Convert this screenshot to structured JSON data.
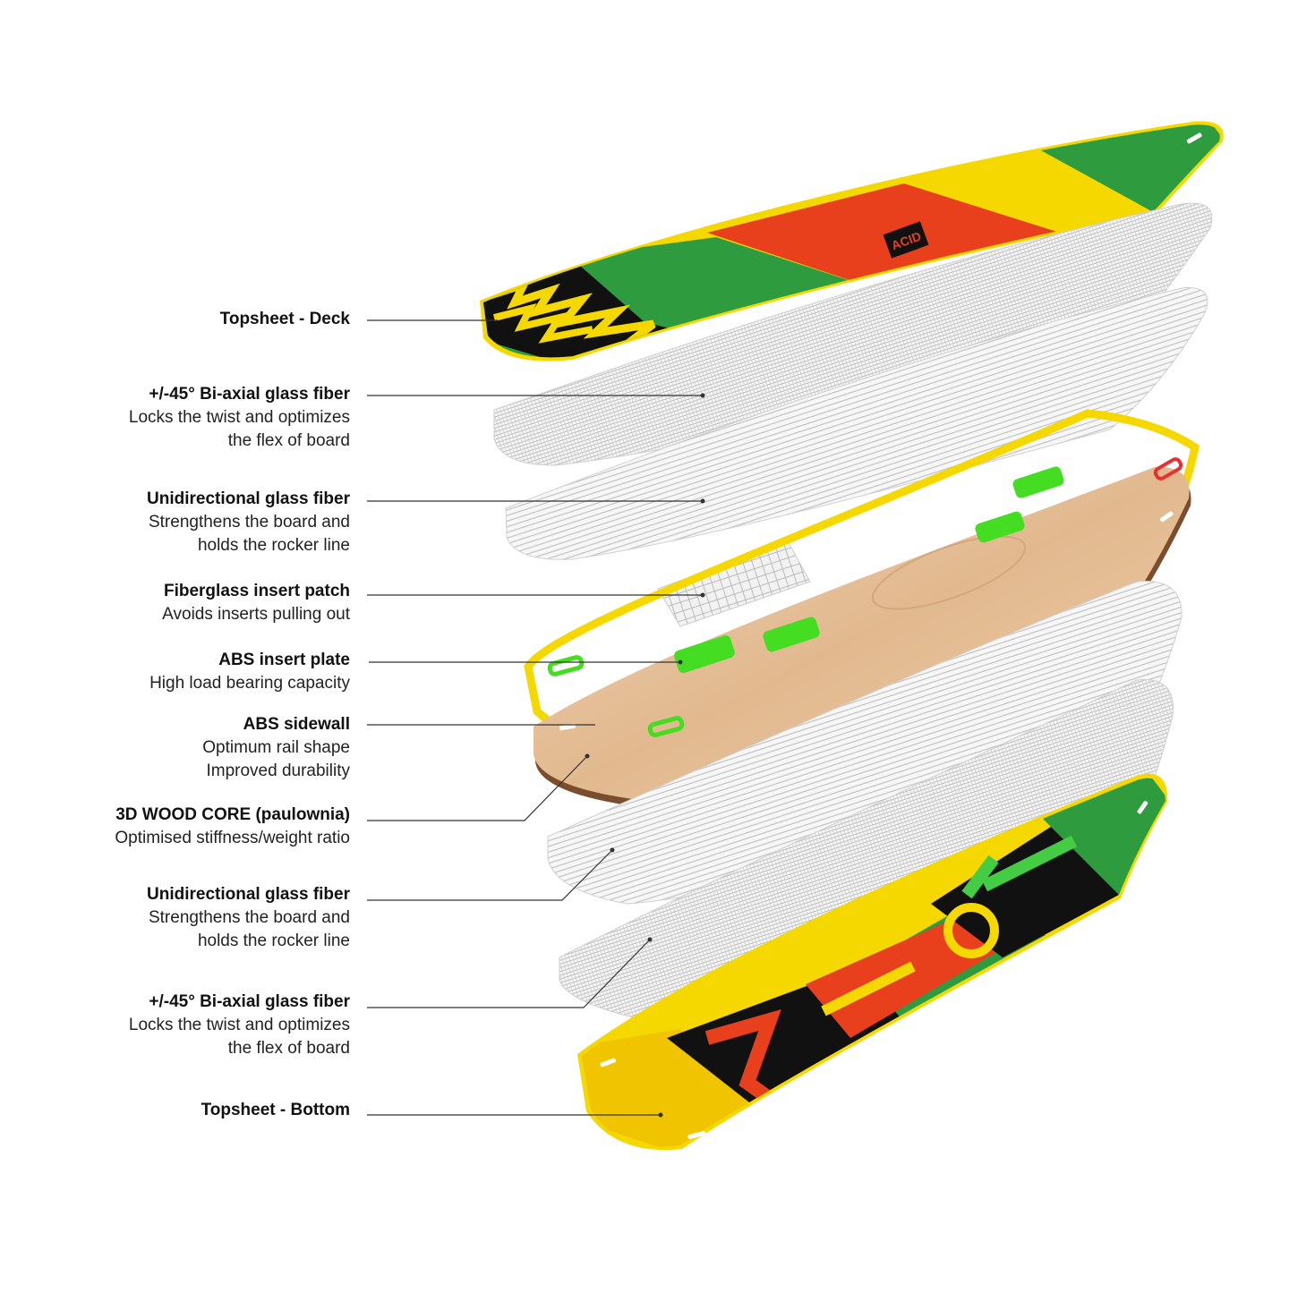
{
  "layers": [
    {
      "id": "topsheet-deck",
      "title": "Topsheet - Deck",
      "desc": []
    },
    {
      "id": "biaxial-top",
      "title": "+/-45° Bi-axial glass fiber",
      "desc": [
        "Locks the twist and optimizes",
        "the flex of board"
      ]
    },
    {
      "id": "unidirectional-top",
      "title": "Unidirectional glass fiber",
      "desc": [
        "Strengthens the board and",
        "holds the rocker line"
      ]
    },
    {
      "id": "insert-patch",
      "title": "Fiberglass insert patch",
      "desc": [
        "Avoids inserts pulling out"
      ]
    },
    {
      "id": "abs-insert-plate",
      "title": "ABS insert plate",
      "desc": [
        "High load bearing capacity"
      ]
    },
    {
      "id": "abs-sidewall",
      "title": "ABS sidewall",
      "desc": [
        "Optimum rail shape",
        "Improved durability"
      ]
    },
    {
      "id": "wood-core",
      "title": "3D WOOD CORE (paulownia)",
      "desc": [
        "Optimised stiffness/weight ratio"
      ]
    },
    {
      "id": "unidirectional-bottom",
      "title": "Unidirectional glass fiber",
      "desc": [
        "Strengthens the board and",
        "holds the rocker line"
      ]
    },
    {
      "id": "biaxial-bottom",
      "title": "+/-45° Bi-axial glass fiber",
      "desc": [
        "Locks the twist and optimizes",
        "the flex of board"
      ]
    },
    {
      "id": "topsheet-bottom",
      "title": "Topsheet - Bottom",
      "desc": []
    }
  ],
  "board_logo_text": "ACID",
  "colors": {
    "green": "#2e9b3f",
    "red": "#e8401c",
    "yellow": "#f4d800",
    "wood": "#e6c09a",
    "fiber": "#c9c9c9",
    "insert_green": "#44dd22",
    "leader": "#333333"
  }
}
